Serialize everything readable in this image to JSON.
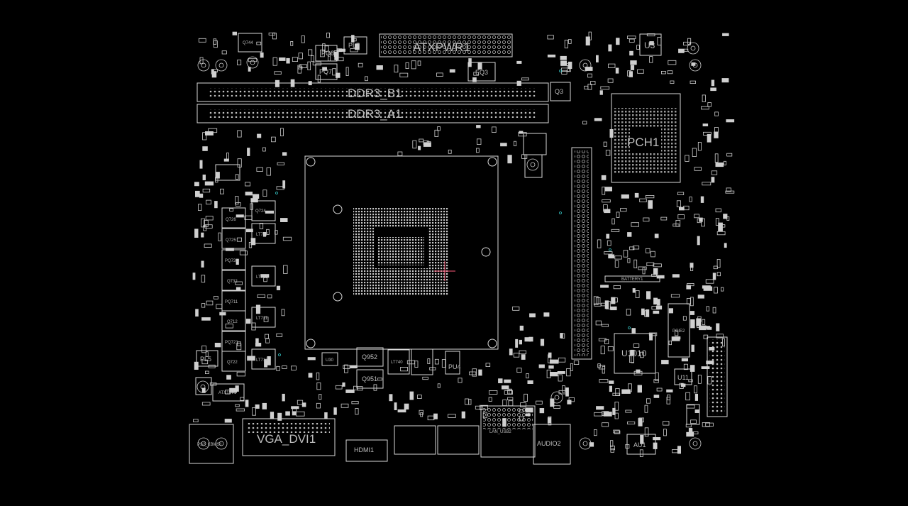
{
  "colors": {
    "background": "#000000",
    "outline": "#d9d9d9",
    "pad": "#cfcfcf",
    "accent": "#ff5a7a",
    "via": "#36c6c6"
  },
  "labels": {
    "atxpwr1": "ATXPWR1",
    "ddr3_b1": "DDR3_B1",
    "ddr3_a1": "DDR3_A1",
    "pch1": "PCH1",
    "u3": "U3",
    "pl7": "PL7",
    "pq8": "PQ8",
    "pq7": "PQ7",
    "eq3": "EQ3",
    "q3": "Q3",
    "q744": "Q744",
    "q726": "Q726",
    "q724": "Q724",
    "q725": "Q725",
    "lt717": "LT717",
    "pq731": "PQ731",
    "q732": "Q732",
    "lt712": "LT712",
    "pq711": "PQ711",
    "q712": "Q712",
    "lt711": "LT711",
    "pq721": "PQ721",
    "q722": "Q722",
    "lt713": "LT713",
    "pl5": "PL5",
    "atx12v1": "ATX12V1",
    "u30": "U30",
    "q952": "Q952",
    "lt740": "LT740",
    "q951": "Q951",
    "pu4": "PU4",
    "u1010": "U1010",
    "pcie2": "PCIE2",
    "u11": "U11",
    "battery1": "BATTERY1",
    "au1": "AU1",
    "audio2": "AUDIO2",
    "vga_dvi1": "VGA_DVI1",
    "hdmi1": "HDMI1",
    "usb_lan": "LAN_USB2",
    "ps2": "PS2_KBMS1"
  }
}
